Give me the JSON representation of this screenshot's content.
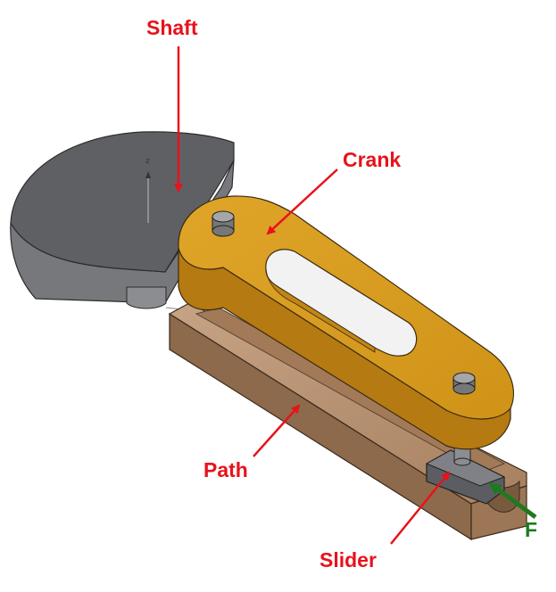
{
  "labels": {
    "shaft": "Shaft",
    "crank": "Crank",
    "path": "Path",
    "slider": "Slider",
    "force": "F",
    "axis_z": "z"
  },
  "colors": {
    "label_red": "#e8121b",
    "force_green": "#1e7a1e",
    "shaft_top": "#5f6064",
    "shaft_side": "#77787c",
    "crank_top": "#d59a1c",
    "crank_side": "#b57a12",
    "path_top": "#b08a6a",
    "path_side": "#8d6a4c",
    "slider": "#5c5d62"
  },
  "icons": {
    "label_arrow": "arrow-icon",
    "force_arrow": "force-arrow-icon",
    "axis_marker": "z-axis-icon"
  }
}
